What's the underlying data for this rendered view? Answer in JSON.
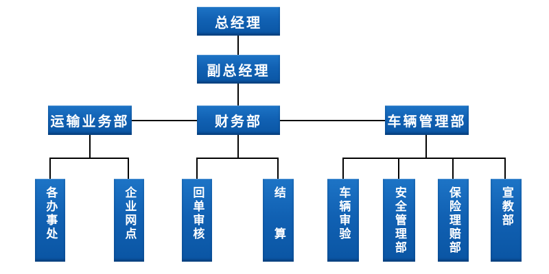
{
  "diagram": {
    "type": "org-chart",
    "colors": {
      "box_gradient_top": "#1d74c6",
      "box_gradient_bottom": "#0a55a3",
      "box_text": "#ffffff",
      "connector": "#000000",
      "background": "#ffffff"
    },
    "structure": {
      "root": "总经理",
      "edges": [
        [
          "总经理",
          "副总经理"
        ],
        [
          "副总经理",
          "财务部"
        ],
        [
          "财务部",
          "运输业务部"
        ],
        [
          "财务部",
          "车辆管理部"
        ],
        [
          "运输业务部",
          "各办事处"
        ],
        [
          "运输业务部",
          "企业网点"
        ],
        [
          "财务部",
          "回单审核"
        ],
        [
          "财务部",
          "结算"
        ],
        [
          "车辆管理部",
          "车辆审验"
        ],
        [
          "车辆管理部",
          "安全管理部"
        ],
        [
          "车辆管理部",
          "保险理赔部"
        ],
        [
          "车辆管理部",
          "宣教部"
        ]
      ]
    }
  },
  "nodes": {
    "general_manager": {
      "label": "总经理"
    },
    "deputy_general_manager": {
      "label": "副总经理"
    },
    "transport_business_dept": {
      "label": "运输业务部"
    },
    "finance_dept": {
      "label": "财务部"
    },
    "vehicle_management_dept": {
      "label": "车辆管理部"
    },
    "offices": {
      "label": "各办事处"
    },
    "enterprise_network": {
      "label": "企业网点"
    },
    "receipt_review": {
      "label": "回单审核"
    },
    "settlement": {
      "label": "结　　算"
    },
    "vehicle_inspection": {
      "label": "车辆审验"
    },
    "safety_management_dept": {
      "label": "安全管理部"
    },
    "insurance_claims_dept": {
      "label": "保险理赔部"
    },
    "publicity_education_dept": {
      "label": "宣教部"
    }
  }
}
